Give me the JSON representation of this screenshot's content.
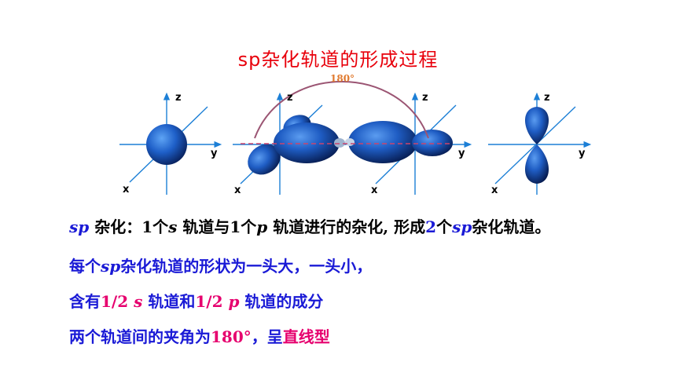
{
  "slide": {
    "title": "sp杂化轨道的形成过程",
    "diagram": {
      "angle_label": "180°",
      "axis_z": "z",
      "axis_y": "y",
      "axis_x": "x"
    },
    "line1": {
      "sp": "sp",
      "t1": " 杂化：1个",
      "s": "s",
      "t2": " 轨道与1个",
      "p": "p",
      "t3": " 轨道进行的杂化, 形成",
      "n": "2",
      "t4": "个",
      "sp2": "sp",
      "t5": "杂化轨道。"
    },
    "line2": {
      "t1": "每个",
      "sp": "sp",
      "t2": "杂化轨道的形状为一头大，一头小，"
    },
    "line3": {
      "t1": "含有",
      "frac1": "1/2 ",
      "s": "s",
      "t2": " 轨道和",
      "frac2": "1/2 ",
      "p": "p",
      "t3": " 轨道的成分"
    },
    "line4": {
      "t1": "两个轨道间的夹角为",
      "angle": "180°",
      "t2": "，呈",
      "shape": "直线型"
    }
  }
}
